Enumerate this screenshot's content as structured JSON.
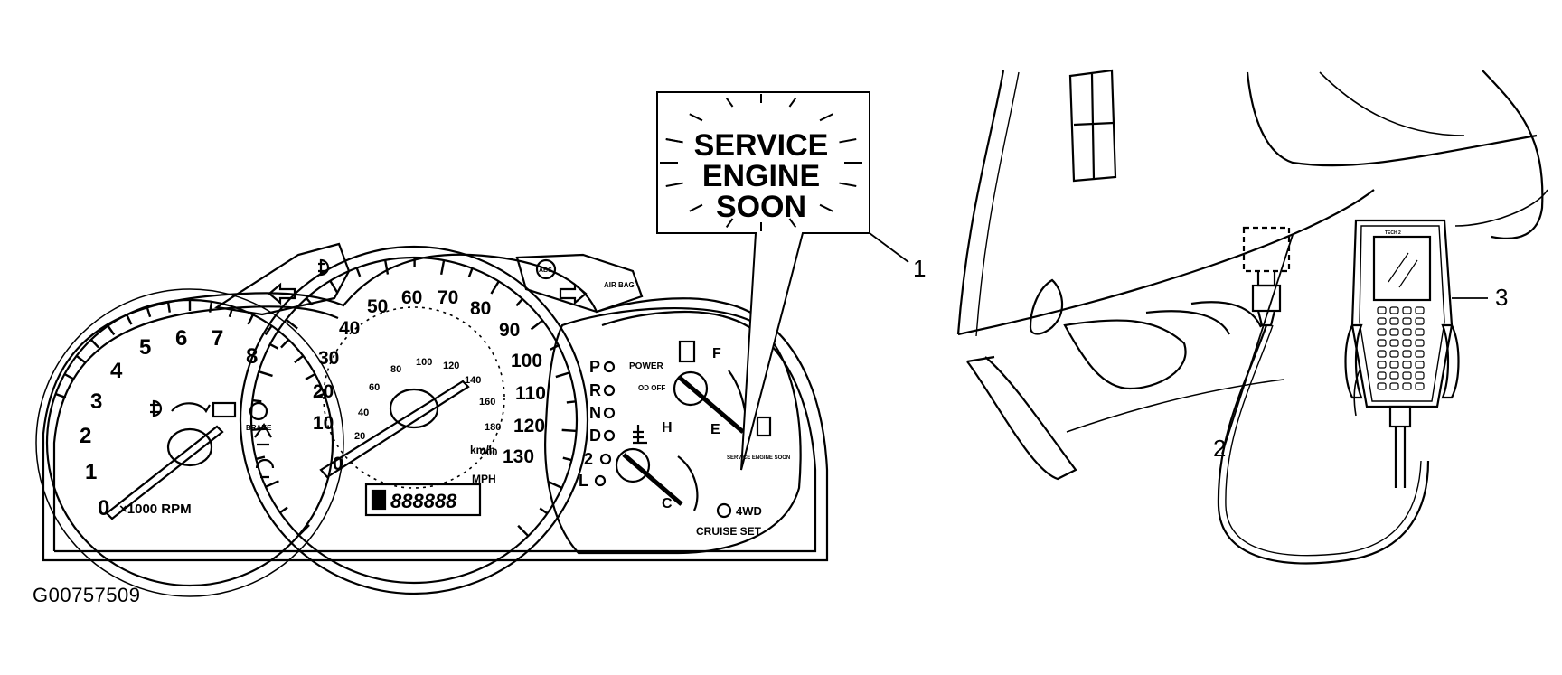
{
  "callouts": {
    "one": "1",
    "two": "2",
    "three": "3"
  },
  "figure_id": "G00757509",
  "sign": {
    "line1": "SERVICE",
    "line2": "ENGINE",
    "line3": "SOON"
  },
  "tach": {
    "numbers": [
      "0",
      "1",
      "2",
      "3",
      "4",
      "5",
      "6",
      "7",
      "8"
    ],
    "unit": "×1000 RPM",
    "brake": "BRAKE"
  },
  "speedo": {
    "mph": [
      "0",
      "10",
      "20",
      "30",
      "40",
      "50",
      "60",
      "70",
      "80",
      "90",
      "100",
      "110",
      "120",
      "130"
    ],
    "kmh": [
      "20",
      "40",
      "60",
      "80",
      "100",
      "120",
      "140",
      "160",
      "180",
      "200"
    ],
    "kmh_unit": "km/h",
    "mph_unit": "MPH",
    "odometer": "888888"
  },
  "right_gauge": {
    "gears": [
      "P",
      "R",
      "N",
      "D",
      "2",
      "L"
    ],
    "power": "POWER",
    "od_off": "OD OFF",
    "fuel_f": "F",
    "fuel_e": "E",
    "temp_h": "H",
    "temp_c": "C",
    "mini_sign": "SERVICE ENGINE SOON",
    "fwd": "4WD",
    "cruise": "CRUISE SET"
  },
  "warning_pods": {
    "airbag": "AIR BAG",
    "abs": "ABS"
  },
  "tool": {
    "brand": "TECH 2"
  }
}
